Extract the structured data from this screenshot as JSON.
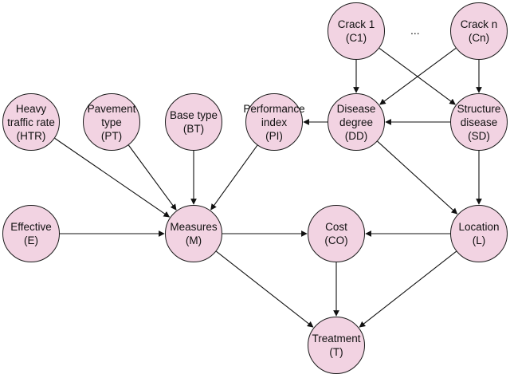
{
  "nodes": {
    "c1": {
      "line1": "Crack 1",
      "line2": "(C1)"
    },
    "cn": {
      "line1": "Crack n",
      "line2": "(Cn)"
    },
    "htr": {
      "line1": "Heavy",
      "line2": "traffic rate",
      "line3": "(HTR)"
    },
    "pt": {
      "line1": "Pavement",
      "line2": "type",
      "line3": "(PT)"
    },
    "bt": {
      "line1": "Base type",
      "line2": "(BT)"
    },
    "pi": {
      "line1": "Performance",
      "line2": "index",
      "line3": "(PI)"
    },
    "dd": {
      "line1": "Disease",
      "line2": "degree",
      "line3": "(DD)"
    },
    "sd": {
      "line1": "Structure",
      "line2": "disease",
      "line3": "(SD)"
    },
    "e": {
      "line1": "Effective",
      "line2": "(E)"
    },
    "m": {
      "line1": "Measures",
      "line2": "(M)"
    },
    "co": {
      "line1": "Cost",
      "line2": "(CO)"
    },
    "l": {
      "line1": "Location",
      "line2": "(L)"
    },
    "t": {
      "line1": "Treatment",
      "line2": "(T)"
    }
  },
  "ellipsis": "...",
  "edges": [
    [
      "c1",
      "dd"
    ],
    [
      "c1",
      "sd"
    ],
    [
      "cn",
      "dd"
    ],
    [
      "cn",
      "sd"
    ],
    [
      "dd",
      "pi"
    ],
    [
      "sd",
      "dd"
    ],
    [
      "sd",
      "l"
    ],
    [
      "dd",
      "l"
    ],
    [
      "htr",
      "m"
    ],
    [
      "pt",
      "m"
    ],
    [
      "bt",
      "m"
    ],
    [
      "pi",
      "m"
    ],
    [
      "e",
      "m"
    ],
    [
      "m",
      "co"
    ],
    [
      "l",
      "co"
    ],
    [
      "m",
      "t"
    ],
    [
      "co",
      "t"
    ],
    [
      "l",
      "t"
    ]
  ]
}
